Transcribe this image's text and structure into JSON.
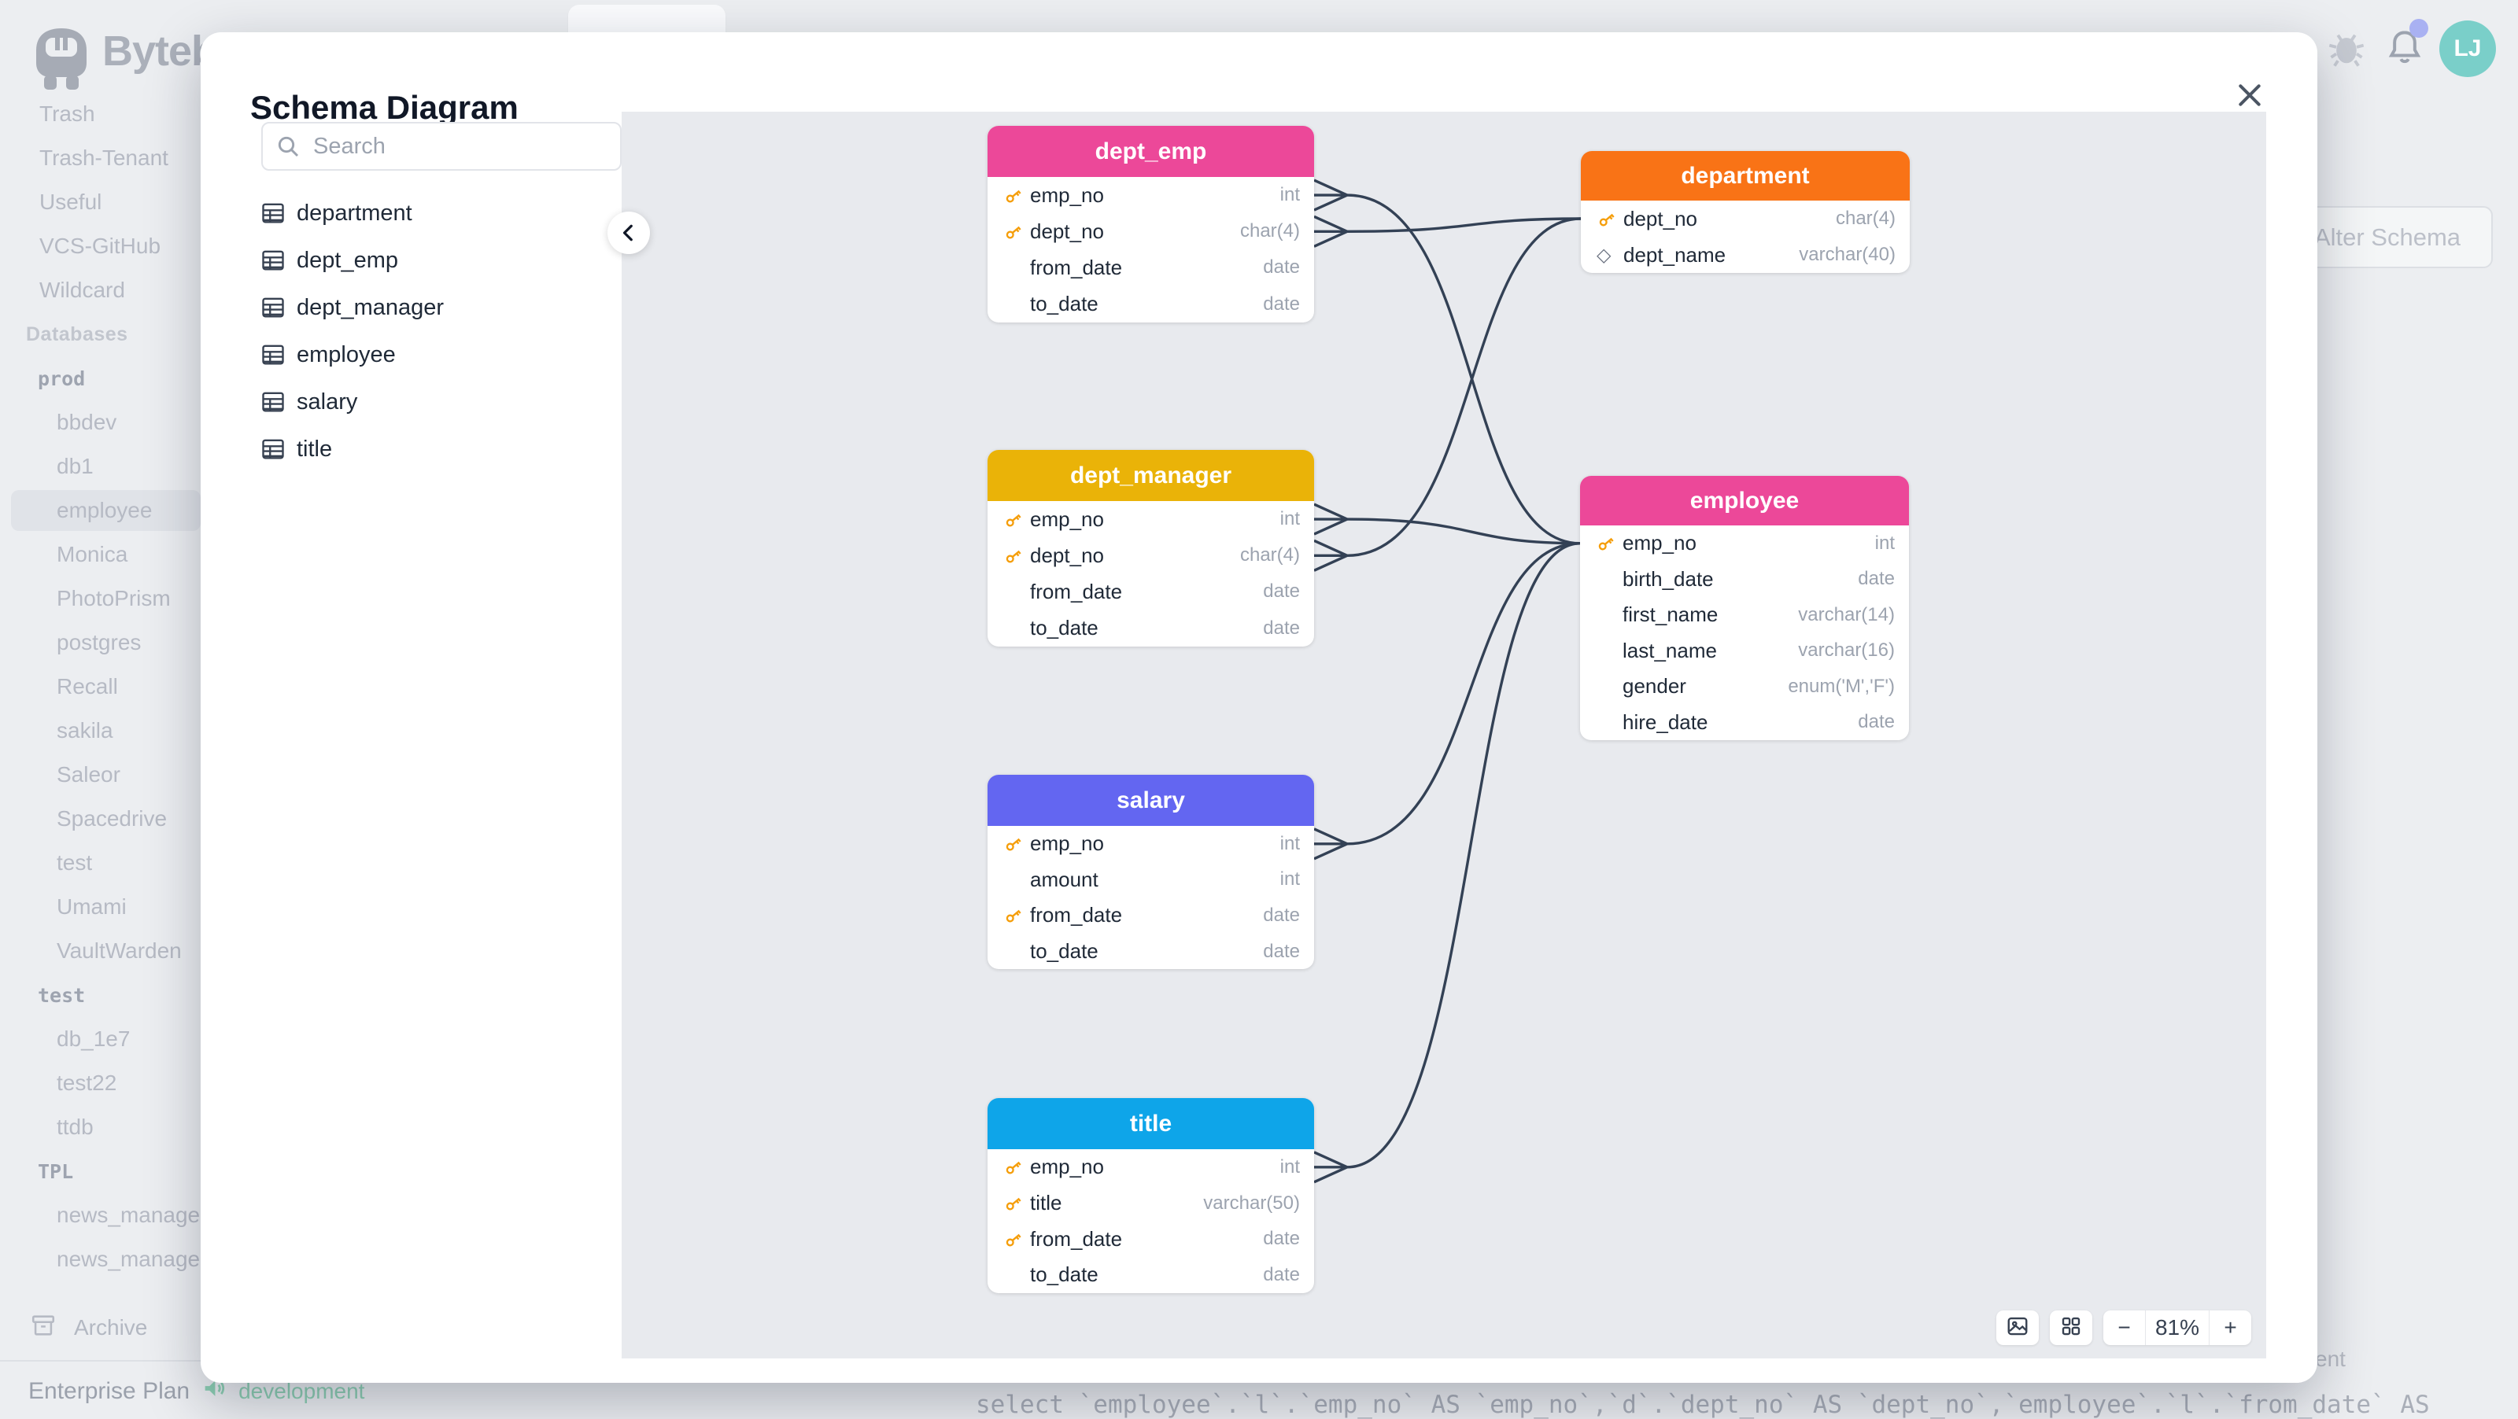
{
  "topbar": {
    "logo_text": "Bytebase",
    "avatar_initials": "LJ"
  },
  "sidebar": {
    "items": [
      {
        "label": "Trash",
        "type": "project"
      },
      {
        "label": "Trash-Tenant",
        "type": "project"
      },
      {
        "label": "Useful",
        "type": "project"
      },
      {
        "label": "VCS-GitHub",
        "type": "project"
      },
      {
        "label": "Wildcard",
        "type": "project"
      },
      {
        "label": "Databases",
        "type": "section"
      },
      {
        "label": "prod",
        "type": "env"
      },
      {
        "label": "bbdev",
        "type": "db"
      },
      {
        "label": "db1",
        "type": "db"
      },
      {
        "label": "employee",
        "type": "db",
        "selected": true
      },
      {
        "label": "Monica",
        "type": "db"
      },
      {
        "label": "PhotoPrism",
        "type": "db"
      },
      {
        "label": "postgres",
        "type": "db"
      },
      {
        "label": "Recall",
        "type": "db"
      },
      {
        "label": "sakila",
        "type": "db"
      },
      {
        "label": "Saleor",
        "type": "db"
      },
      {
        "label": "Spacedrive",
        "type": "db"
      },
      {
        "label": "test",
        "type": "db"
      },
      {
        "label": "Umami",
        "type": "db"
      },
      {
        "label": "VaultWarden",
        "type": "db"
      },
      {
        "label": "test",
        "type": "env"
      },
      {
        "label": "db_1e7",
        "type": "db"
      },
      {
        "label": "test22",
        "type": "db"
      },
      {
        "label": "ttdb",
        "type": "db"
      },
      {
        "label": "TPL",
        "type": "env"
      },
      {
        "label": "news_manage",
        "type": "db"
      },
      {
        "label": "news_manage",
        "type": "db"
      }
    ],
    "archive_label": "Archive",
    "plan_label": "Enterprise Plan",
    "env_badge": "development"
  },
  "modal": {
    "title": "Schema Diagram",
    "search_placeholder": "Search",
    "table_list": [
      "department",
      "dept_emp",
      "dept_manager",
      "employee",
      "salary",
      "title"
    ],
    "controls": {
      "zoom_out": "−",
      "zoom_level": "81%",
      "zoom_in": "+"
    }
  },
  "diagram": {
    "line_color": "#334155",
    "key_color": "#F59E0B",
    "tables": [
      {
        "name": "dept_emp",
        "color": "#EC4899",
        "fields": [
          {
            "name": "emp_no",
            "type": "int",
            "key": "pk"
          },
          {
            "name": "dept_no",
            "type": "char(4)",
            "key": "pk"
          },
          {
            "name": "from_date",
            "type": "date",
            "key": null
          },
          {
            "name": "to_date",
            "type": "date",
            "key": null
          }
        ]
      },
      {
        "name": "department",
        "color": "#F97316",
        "fields": [
          {
            "name": "dept_no",
            "type": "char(4)",
            "key": "pk"
          },
          {
            "name": "dept_name",
            "type": "varchar(40)",
            "key": "index"
          }
        ]
      },
      {
        "name": "dept_manager",
        "color": "#EAB308",
        "fields": [
          {
            "name": "emp_no",
            "type": "int",
            "key": "pk"
          },
          {
            "name": "dept_no",
            "type": "char(4)",
            "key": "pk"
          },
          {
            "name": "from_date",
            "type": "date",
            "key": null
          },
          {
            "name": "to_date",
            "type": "date",
            "key": null
          }
        ]
      },
      {
        "name": "employee",
        "color": "#EC4899",
        "fields": [
          {
            "name": "emp_no",
            "type": "int",
            "key": "pk"
          },
          {
            "name": "birth_date",
            "type": "date",
            "key": null
          },
          {
            "name": "first_name",
            "type": "varchar(14)",
            "key": null
          },
          {
            "name": "last_name",
            "type": "varchar(16)",
            "key": null
          },
          {
            "name": "gender",
            "type": "enum('M','F')",
            "key": null
          },
          {
            "name": "hire_date",
            "type": "date",
            "key": null
          }
        ]
      },
      {
        "name": "salary",
        "color": "#6366F1",
        "fields": [
          {
            "name": "emp_no",
            "type": "int",
            "key": "pk"
          },
          {
            "name": "amount",
            "type": "int",
            "key": null
          },
          {
            "name": "from_date",
            "type": "date",
            "key": "pk"
          },
          {
            "name": "to_date",
            "type": "date",
            "key": null
          }
        ]
      },
      {
        "name": "title",
        "color": "#0EA5E9",
        "fields": [
          {
            "name": "emp_no",
            "type": "int",
            "key": "pk"
          },
          {
            "name": "title",
            "type": "varchar(50)",
            "key": "pk"
          },
          {
            "name": "from_date",
            "type": "date",
            "key": "pk"
          },
          {
            "name": "to_date",
            "type": "date",
            "key": null
          }
        ]
      }
    ],
    "relationships": [
      {
        "from": "dept_emp.emp_no",
        "to": "employee.emp_no"
      },
      {
        "from": "dept_emp.dept_no",
        "to": "department.dept_no"
      },
      {
        "from": "dept_manager.emp_no",
        "to": "employee.emp_no"
      },
      {
        "from": "dept_manager.dept_no",
        "to": "department.dept_no"
      },
      {
        "from": "salary.emp_no",
        "to": "employee.emp_no"
      },
      {
        "from": "title.emp_no",
        "to": "employee.emp_no"
      }
    ]
  },
  "background": {
    "alter_schema_label": "Alter Schema",
    "sql_text": "select `employee`.`l`.`emp_no` AS `emp_no`,`d`.`dept_no` AS `dept_no`,`employee`.`l`.`from_date` AS",
    "text_fragment": "ent"
  }
}
